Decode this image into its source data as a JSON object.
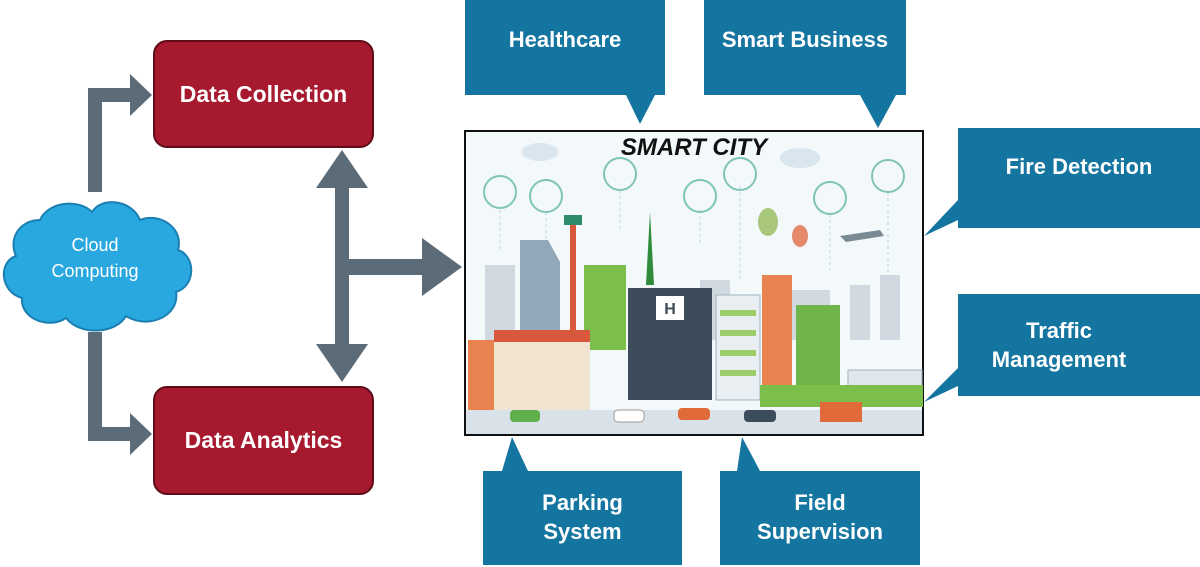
{
  "nodes": {
    "cloud": "Cloud\nComputing",
    "data_collection": "Data Collection",
    "data_analytics": "Data Analytics",
    "smart_city": "SMART CITY"
  },
  "callouts": {
    "healthcare": "Healthcare",
    "smart_business": "Smart Business",
    "fire_detection": "Fire Detection",
    "traffic_management": "Traffic\nManagement",
    "parking_system": "Parking\nSystem",
    "field_supervision": "Field\nSupervision"
  },
  "colors": {
    "callout_fill": "#1475a0",
    "node_fill": "#a6192e",
    "cloud_fill": "#29a8e0",
    "arrow_fill": "#5c6b78"
  }
}
